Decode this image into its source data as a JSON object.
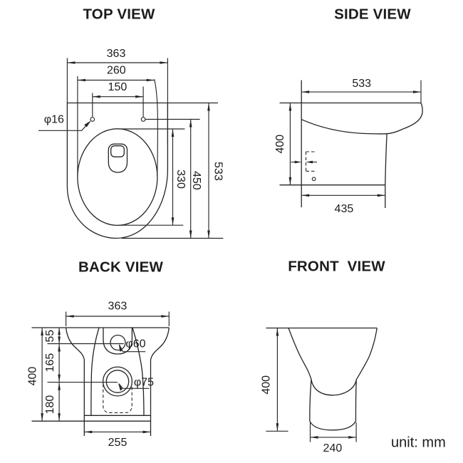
{
  "drawing": {
    "unit_label": "unit: mm",
    "views": {
      "top": {
        "title": "TOP VIEW",
        "dims": {
          "overall_width": "363",
          "bowl_width": "260",
          "hole_spacing": "150",
          "hole_diameter": "φ16",
          "bowl_length": "330",
          "hole_to_front": "450",
          "overall_length": "533"
        }
      },
      "side": {
        "title": "SIDE VIEW",
        "dims": {
          "overall_depth": "533",
          "height": "400",
          "base_depth": "435"
        }
      },
      "back": {
        "title": "BACK VIEW",
        "dims": {
          "overall_width": "363",
          "top_to_inlet": "55",
          "inlet_to_outlet": "165",
          "outlet_to_floor": "180",
          "height": "400",
          "base_width": "255",
          "inlet_diameter": "φ60",
          "outlet_diameter": "φ75"
        }
      },
      "front": {
        "title": "FRONT  VIEW",
        "dims": {
          "height": "400",
          "base_width": "240"
        }
      }
    }
  }
}
